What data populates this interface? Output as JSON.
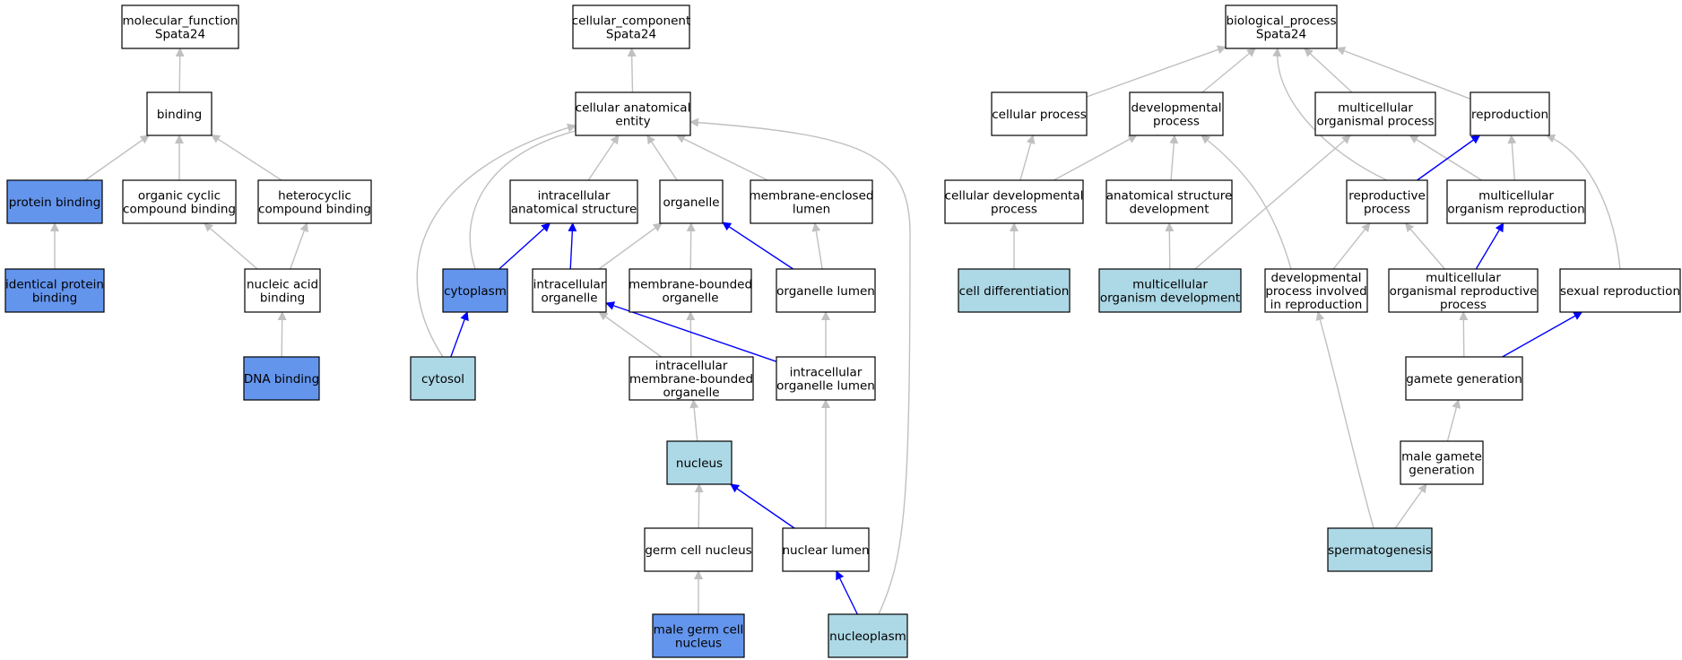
{
  "colors": {
    "highlight_dark": "#6495ed",
    "highlight_light": "#add8e6",
    "default": "#ffffff",
    "edge_gray": "#c0c0c0",
    "edge_blue": "#0000ff"
  },
  "nodes": [
    {
      "id": "mf_root",
      "lines": [
        "molecular_function",
        "Spata24"
      ],
      "fill": "default"
    },
    {
      "id": "binding",
      "lines": [
        "binding"
      ],
      "fill": "default"
    },
    {
      "id": "protein_binding",
      "lines": [
        "protein binding"
      ],
      "fill": "highlight_dark"
    },
    {
      "id": "organic_cyclic",
      "lines": [
        "organic cyclic",
        "compound binding"
      ],
      "fill": "default"
    },
    {
      "id": "heterocyclic",
      "lines": [
        "heterocyclic",
        "compound binding"
      ],
      "fill": "default"
    },
    {
      "id": "identical_protein",
      "lines": [
        "identical protein",
        "binding"
      ],
      "fill": "highlight_dark"
    },
    {
      "id": "nucleic_acid",
      "lines": [
        "nucleic acid",
        "binding"
      ],
      "fill": "default"
    },
    {
      "id": "dna_binding",
      "lines": [
        "DNA binding"
      ],
      "fill": "highlight_dark"
    },
    {
      "id": "cc_root",
      "lines": [
        "cellular_component",
        "Spata24"
      ],
      "fill": "default"
    },
    {
      "id": "cae",
      "lines": [
        "cellular anatomical",
        "entity"
      ],
      "fill": "default"
    },
    {
      "id": "ias",
      "lines": [
        "intracellular",
        "anatomical structure"
      ],
      "fill": "default"
    },
    {
      "id": "organelle",
      "lines": [
        "organelle"
      ],
      "fill": "default"
    },
    {
      "id": "mel",
      "lines": [
        "membrane-enclosed",
        "lumen"
      ],
      "fill": "default"
    },
    {
      "id": "cytoplasm",
      "lines": [
        "cytoplasm"
      ],
      "fill": "highlight_dark"
    },
    {
      "id": "io",
      "lines": [
        "intracellular",
        "organelle"
      ],
      "fill": "default"
    },
    {
      "id": "mbo",
      "lines": [
        "membrane-bounded",
        "organelle"
      ],
      "fill": "default"
    },
    {
      "id": "ol",
      "lines": [
        "organelle lumen"
      ],
      "fill": "default"
    },
    {
      "id": "cytosol",
      "lines": [
        "cytosol"
      ],
      "fill": "highlight_light"
    },
    {
      "id": "imbo",
      "lines": [
        "intracellular",
        "membrane-bounded",
        "organelle"
      ],
      "fill": "default"
    },
    {
      "id": "iol",
      "lines": [
        "intracellular",
        "organelle lumen"
      ],
      "fill": "default"
    },
    {
      "id": "nucleus",
      "lines": [
        "nucleus"
      ],
      "fill": "highlight_light"
    },
    {
      "id": "gcn",
      "lines": [
        "germ cell nucleus"
      ],
      "fill": "default"
    },
    {
      "id": "nl",
      "lines": [
        "nuclear lumen"
      ],
      "fill": "default"
    },
    {
      "id": "mgcn",
      "lines": [
        "male germ cell",
        "nucleus"
      ],
      "fill": "highlight_dark"
    },
    {
      "id": "nucleoplasm",
      "lines": [
        "nucleoplasm"
      ],
      "fill": "highlight_light"
    },
    {
      "id": "bp_root",
      "lines": [
        "biological_process",
        "Spata24"
      ],
      "fill": "default"
    },
    {
      "id": "cp",
      "lines": [
        "cellular process"
      ],
      "fill": "default"
    },
    {
      "id": "dp",
      "lines": [
        "developmental",
        "process"
      ],
      "fill": "default"
    },
    {
      "id": "mop",
      "lines": [
        "multicellular",
        "organismal process"
      ],
      "fill": "default"
    },
    {
      "id": "repro",
      "lines": [
        "reproduction"
      ],
      "fill": "default"
    },
    {
      "id": "cdp",
      "lines": [
        "cellular developmental",
        "process"
      ],
      "fill": "default"
    },
    {
      "id": "asd",
      "lines": [
        "anatomical structure",
        "development"
      ],
      "fill": "default"
    },
    {
      "id": "rp",
      "lines": [
        "reproductive",
        "process"
      ],
      "fill": "default"
    },
    {
      "id": "mor",
      "lines": [
        "multicellular",
        "organism reproduction"
      ],
      "fill": "default"
    },
    {
      "id": "cd",
      "lines": [
        "cell differentiation"
      ],
      "fill": "highlight_light"
    },
    {
      "id": "mod",
      "lines": [
        "multicellular",
        "organism development"
      ],
      "fill": "highlight_light"
    },
    {
      "id": "dpir",
      "lines": [
        "developmental",
        "process involved",
        "in reproduction"
      ],
      "fill": "default"
    },
    {
      "id": "morp",
      "lines": [
        "multicellular",
        "organismal reproductive",
        "process"
      ],
      "fill": "default"
    },
    {
      "id": "sr",
      "lines": [
        "sexual reproduction"
      ],
      "fill": "default"
    },
    {
      "id": "gg",
      "lines": [
        "gamete generation"
      ],
      "fill": "default"
    },
    {
      "id": "mgg",
      "lines": [
        "male gamete",
        "generation"
      ],
      "fill": "default"
    },
    {
      "id": "sperm",
      "lines": [
        "spermatogenesis"
      ],
      "fill": "highlight_light"
    }
  ],
  "edges": [
    {
      "from": "binding",
      "to": "mf_root",
      "color": "gray"
    },
    {
      "from": "protein_binding",
      "to": "binding",
      "color": "gray"
    },
    {
      "from": "organic_cyclic",
      "to": "binding",
      "color": "gray"
    },
    {
      "from": "heterocyclic",
      "to": "binding",
      "color": "gray"
    },
    {
      "from": "identical_protein",
      "to": "protein_binding",
      "color": "gray"
    },
    {
      "from": "nucleic_acid",
      "to": "organic_cyclic",
      "color": "gray"
    },
    {
      "from": "nucleic_acid",
      "to": "heterocyclic",
      "color": "gray"
    },
    {
      "from": "dna_binding",
      "to": "nucleic_acid",
      "color": "gray"
    },
    {
      "from": "cae",
      "to": "cc_root",
      "color": "gray"
    },
    {
      "from": "ias",
      "to": "cae",
      "color": "gray"
    },
    {
      "from": "organelle",
      "to": "cae",
      "color": "gray"
    },
    {
      "from": "mel",
      "to": "cae",
      "color": "gray"
    },
    {
      "from": "cytoplasm",
      "to": "cae",
      "color": "gray"
    },
    {
      "from": "cytosol",
      "to": "cae",
      "color": "gray"
    },
    {
      "from": "nucleoplasm",
      "to": "cae",
      "color": "gray"
    },
    {
      "from": "cytoplasm",
      "to": "ias",
      "color": "blue"
    },
    {
      "from": "io",
      "to": "ias",
      "color": "blue"
    },
    {
      "from": "io",
      "to": "organelle",
      "color": "gray"
    },
    {
      "from": "mbo",
      "to": "organelle",
      "color": "gray"
    },
    {
      "from": "ol",
      "to": "organelle",
      "color": "blue"
    },
    {
      "from": "ol",
      "to": "mel",
      "color": "gray"
    },
    {
      "from": "cytosol",
      "to": "cytoplasm",
      "color": "blue"
    },
    {
      "from": "imbo",
      "to": "io",
      "color": "gray"
    },
    {
      "from": "imbo",
      "to": "mbo",
      "color": "gray"
    },
    {
      "from": "iol",
      "to": "io",
      "color": "blue"
    },
    {
      "from": "iol",
      "to": "ol",
      "color": "gray"
    },
    {
      "from": "nucleus",
      "to": "imbo",
      "color": "gray"
    },
    {
      "from": "gcn",
      "to": "nucleus",
      "color": "gray"
    },
    {
      "from": "nl",
      "to": "nucleus",
      "color": "blue"
    },
    {
      "from": "nl",
      "to": "iol",
      "color": "gray"
    },
    {
      "from": "mgcn",
      "to": "gcn",
      "color": "gray"
    },
    {
      "from": "nucleoplasm",
      "to": "nl",
      "color": "blue"
    },
    {
      "from": "cp",
      "to": "bp_root",
      "color": "gray"
    },
    {
      "from": "dp",
      "to": "bp_root",
      "color": "gray"
    },
    {
      "from": "mop",
      "to": "bp_root",
      "color": "gray"
    },
    {
      "from": "repro",
      "to": "bp_root",
      "color": "gray"
    },
    {
      "from": "rp",
      "to": "bp_root",
      "color": "gray"
    },
    {
      "from": "cdp",
      "to": "cp",
      "color": "gray"
    },
    {
      "from": "cdp",
      "to": "dp",
      "color": "gray"
    },
    {
      "from": "asd",
      "to": "dp",
      "color": "gray"
    },
    {
      "from": "dpir",
      "to": "dp",
      "color": "gray"
    },
    {
      "from": "mod",
      "to": "mop",
      "color": "gray"
    },
    {
      "from": "mod",
      "to": "asd",
      "color": "gray"
    },
    {
      "from": "mor",
      "to": "mop",
      "color": "gray"
    },
    {
      "from": "mor",
      "to": "repro",
      "color": "gray"
    },
    {
      "from": "rp",
      "to": "repro",
      "color": "blue"
    },
    {
      "from": "sr",
      "to": "repro",
      "color": "gray"
    },
    {
      "from": "cd",
      "to": "cdp",
      "color": "gray"
    },
    {
      "from": "dpir",
      "to": "rp",
      "color": "gray"
    },
    {
      "from": "morp",
      "to": "rp",
      "color": "gray"
    },
    {
      "from": "morp",
      "to": "mor",
      "color": "blue"
    },
    {
      "from": "gg",
      "to": "morp",
      "color": "gray"
    },
    {
      "from": "gg",
      "to": "sr",
      "color": "blue"
    },
    {
      "from": "mgg",
      "to": "gg",
      "color": "gray"
    },
    {
      "from": "sperm",
      "to": "mgg",
      "color": "gray"
    },
    {
      "from": "sperm",
      "to": "dpir",
      "color": "gray"
    }
  ]
}
